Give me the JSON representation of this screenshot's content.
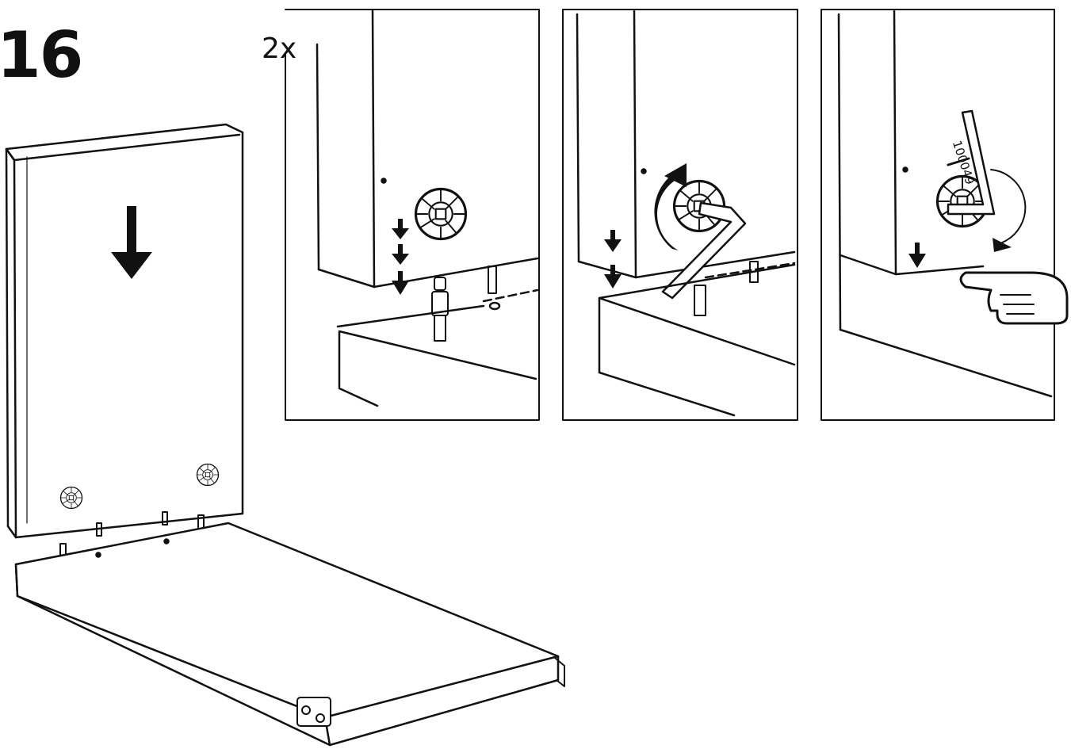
{
  "step": {
    "number": "16"
  },
  "detail_panel_1": {
    "quantity": "2x"
  },
  "detail_panel_3": {
    "tool_part_number": "100049"
  },
  "icons": [
    "down-arrow-icon",
    "rotate-arrow-icon",
    "allen-key-icon",
    "cam-lock-icon",
    "dowel-icon",
    "pointing-hand-icon"
  ],
  "colors": {
    "ink": "#111111",
    "paper": "#ffffff"
  }
}
